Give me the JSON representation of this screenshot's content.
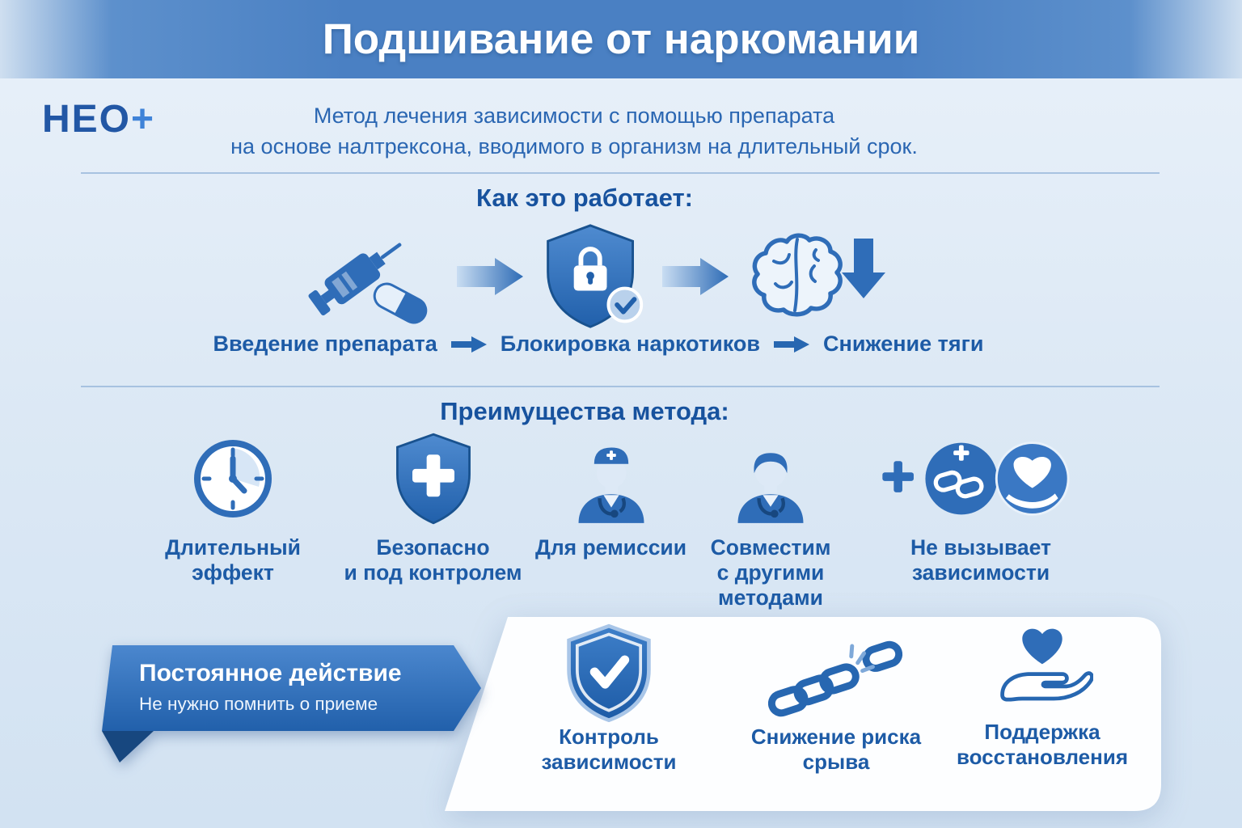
{
  "header": {
    "title": "Подшивание от наркомании"
  },
  "logo": {
    "text": "НЕО",
    "plus": "+"
  },
  "intro": {
    "line1": "Метод лечения зависимости с помощью препарата",
    "line2": "на основе налтрексона, вводимого в организм на длительный срок."
  },
  "how_it_works": {
    "title": "Как это работает:",
    "steps": [
      {
        "label": "Введение препарата",
        "icon": "syringe-pill-icon"
      },
      {
        "label": "Блокировка наркотиков",
        "icon": "shield-lock-icon"
      },
      {
        "label": "Снижение тяги",
        "icon": "brain-arrow-down-icon"
      }
    ]
  },
  "advantages": {
    "title": "Преимущества метода:",
    "items": [
      {
        "label": "Длительный эффект",
        "icon": "clock-icon"
      },
      {
        "label": "Безопасно\nи под контролем",
        "icon": "shield-cross-icon"
      },
      {
        "label": "Для ремиссии",
        "icon": "doctor-cap-icon"
      },
      {
        "label": "Совместим\nс другими\nметодами",
        "icon": "doctor-stethoscope-icon"
      },
      {
        "label": "Не вызывает\nзависимости",
        "icon": "plus-chain-heart-icon"
      }
    ]
  },
  "highlight": {
    "title": "Постоянное действие",
    "subtitle": "Не нужно помнить о приеме"
  },
  "benefits": {
    "items": [
      {
        "label": "Контроль зависимости",
        "icon": "shield-check-icon"
      },
      {
        "label": "Снижение риска срыва",
        "icon": "broken-chain-icon"
      },
      {
        "label": "Поддержка\nвосстановления",
        "icon": "heart-in-hand-icon"
      }
    ]
  },
  "colors": {
    "header_blue": "#4a80c3",
    "accent_blue": "#2f6db8",
    "text_blue": "#1d5ba6",
    "background": "#dde9f5",
    "panel_white": "#ffffff",
    "ribbon_blue": "#2160ab"
  }
}
